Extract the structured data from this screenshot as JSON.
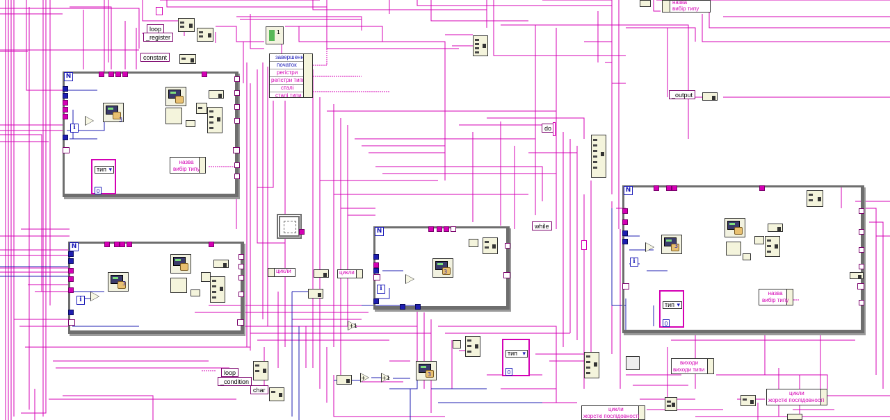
{
  "window": {
    "title": "LabVIEW Block Diagram"
  },
  "colors": {
    "wire_string": "#d400b4",
    "wire_int": "#1e1eb0",
    "structure": "#6e6e6e",
    "background": "#ffffff"
  },
  "loop_labels": {
    "N": "N",
    "i": "i",
    "n3": "3",
    "zero": "0",
    "one": "1"
  },
  "constants": {
    "loop": "loop",
    "register": "_register",
    "constant": "constant",
    "output": "_output",
    "do": "do",
    "while": "while",
    "loop2": "loop",
    "condition": "_condition",
    "char": "char"
  },
  "cluster_top": {
    "items": [
      "завершення",
      "початок",
      "регістри",
      "регістри типи",
      "сталі",
      "сталі типи"
    ]
  },
  "name_type_1": {
    "name": "назва",
    "type": "вибір типу"
  },
  "name_type_2": {
    "name": "назва",
    "type": "вибір типу"
  },
  "name_type_3": {
    "name": "назва",
    "type": "вибір типу"
  },
  "enum_type": {
    "label": "тип"
  },
  "loops_label": {
    "a": "цикли",
    "b": "цикли"
  },
  "outputs": {
    "name": "виходи",
    "type": "виходи типи"
  },
  "seq": {
    "a_name": "цикли",
    "a_type": "жорсткі послідовності",
    "b_name": "цикли",
    "b_type": "жорсткі послідовності"
  },
  "operators": {
    "plus1": "+1",
    "plus1b": "+1",
    "plus": "+"
  }
}
